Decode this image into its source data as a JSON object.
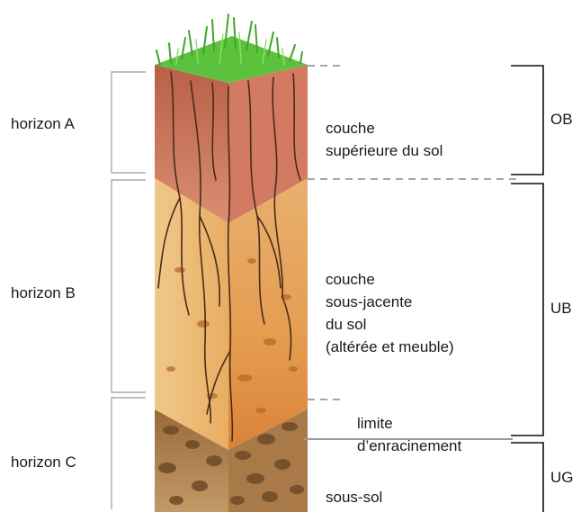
{
  "horizons": [
    {
      "label": "horizon A"
    },
    {
      "label": "horizon B"
    },
    {
      "label": "horizon C"
    }
  ],
  "zones": [
    {
      "label": "OB"
    },
    {
      "label": "UB"
    },
    {
      "label": "UG"
    }
  ],
  "layers": {
    "top": {
      "lines": [
        "couche",
        "supérieure du sol"
      ]
    },
    "sub": {
      "lines": [
        "couche",
        "sous-jacente",
        "du sol",
        "(altérée et meuble)"
      ]
    },
    "root_limit": {
      "lines": [
        "limite",
        "d’enracinement"
      ]
    },
    "subsoil": {
      "lines": [
        "sous-sol"
      ]
    }
  },
  "colors": {
    "grass": "#5cc23e",
    "horizon_a": "#c9705a",
    "horizon_b": "#e7a55c",
    "horizon_c": "#b08149",
    "roots": "#4a2b1a",
    "bracket": "#9a9a9a",
    "zone_bracket": "#111111"
  }
}
